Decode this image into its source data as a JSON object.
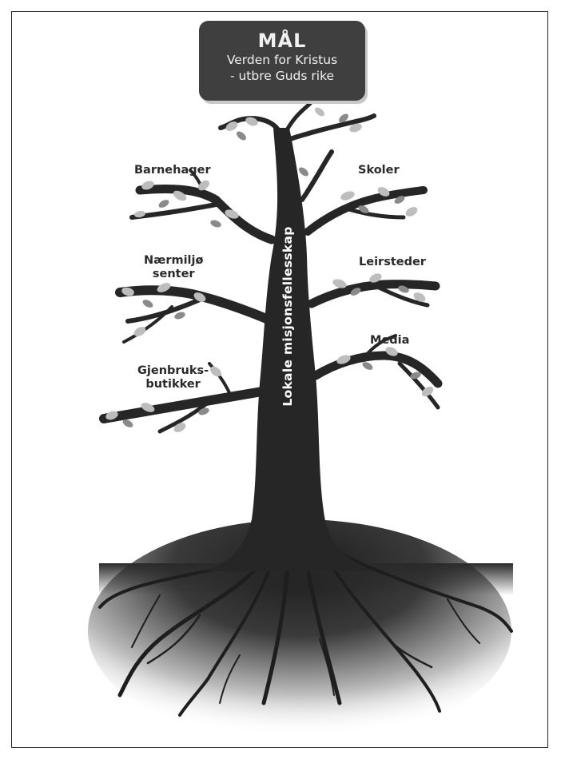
{
  "goal": {
    "title": "MÅL",
    "line1": "Verden for Kristus",
    "line2": "- utbre Guds rike"
  },
  "trunk_label": "Lokale misjonsfellesskap",
  "branches": {
    "left": [
      {
        "line1": "Barnehager",
        "line2": ""
      },
      {
        "line1": "Nærmiljø",
        "line2": "senter"
      },
      {
        "line1": "Gjenbruks-",
        "line2": "butikker"
      }
    ],
    "right": [
      {
        "line1": "Skoler"
      },
      {
        "line1": "Leirsteder"
      },
      {
        "line1": "Media"
      }
    ]
  },
  "colors": {
    "trunk": "#262626",
    "leaf_light": "#bdbdbd",
    "leaf_dark": "#8a8a8a",
    "goal_box": "#3f3f3f"
  }
}
